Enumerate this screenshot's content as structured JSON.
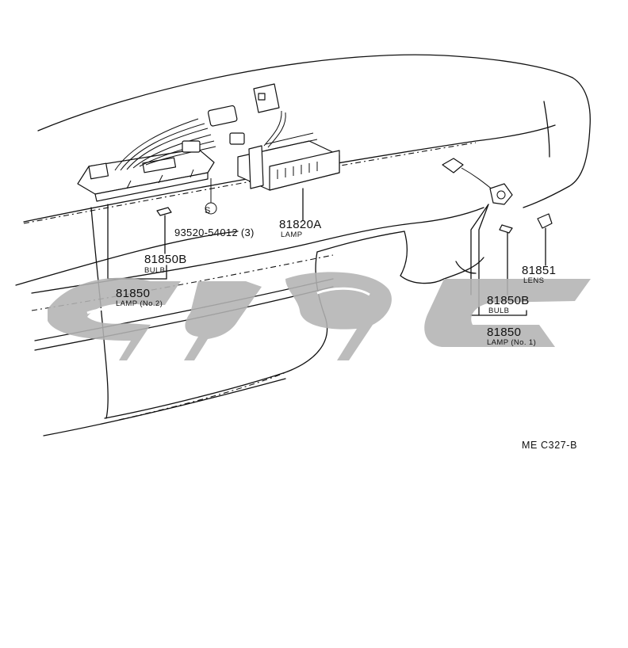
{
  "labels": {
    "bolt": {
      "number": "93520-54012 (3)",
      "symbol": "S"
    },
    "lamp_center": {
      "number": "81820A",
      "sub": "LAMP"
    },
    "bulb_left": {
      "number": "81850B",
      "sub": "BULB"
    },
    "lamp_left": {
      "number": "81850",
      "sub": "LAMP (No.2)"
    },
    "lens_right": {
      "number": "81851",
      "sub": "LENS"
    },
    "bulb_right": {
      "number": "81850B",
      "sub": "BULB"
    },
    "lamp_right": {
      "number": "81850",
      "sub": "LAMP (No. 1)"
    }
  },
  "diagram_code": "ME C327-B",
  "watermark": {
    "text": "9696",
    "color": "#b3b3b3"
  }
}
